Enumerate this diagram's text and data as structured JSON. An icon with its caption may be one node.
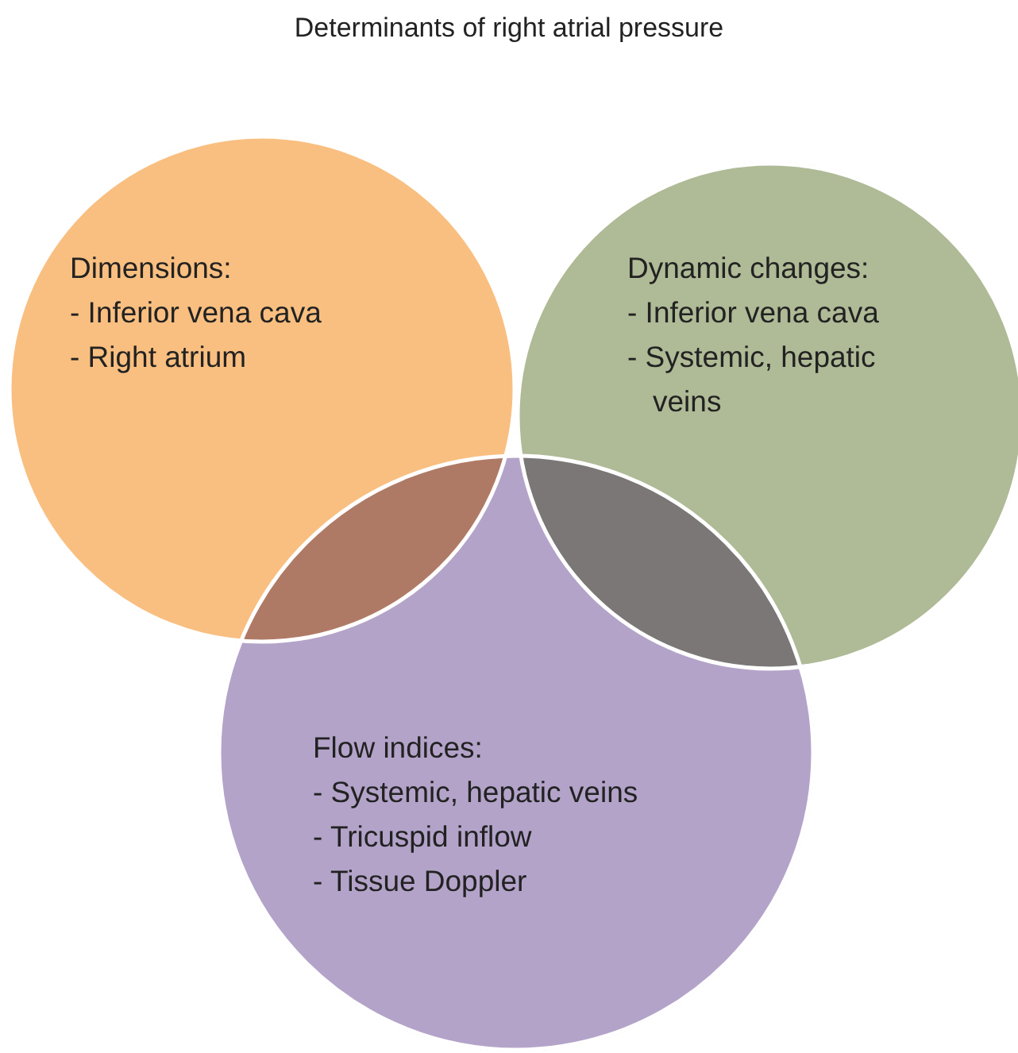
{
  "diagram": {
    "title": "Determinants of right atrial pressure",
    "nodes": [
      {
        "text": [
          "Dimensions:",
          "- Inferior vena cava",
          "- Right atrium"
        ]
      },
      {
        "text": [
          "Dynamic changes:",
          "- Inferior vena cava",
          "- Systemic, hepatic veins"
        ]
      },
      {
        "text": [
          "Flow indices:",
          "- Systemic, hepatic veins",
          "- Tricuspid inflow",
          "- Tissue Doppler"
        ]
      }
    ]
  }
}
